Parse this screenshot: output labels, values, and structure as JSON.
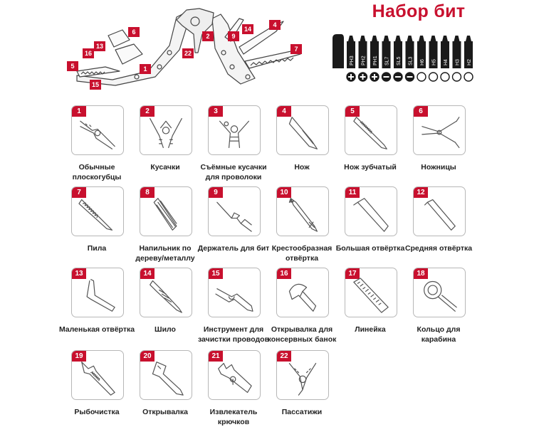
{
  "accent_color": "#c8102e",
  "bits_section": {
    "title": "Набор бит",
    "bits": [
      {
        "code": "PH3",
        "tip": "phillips"
      },
      {
        "code": "PH2",
        "tip": "phillips"
      },
      {
        "code": "PH1",
        "tip": "phillips"
      },
      {
        "code": "SL7",
        "tip": "slot"
      },
      {
        "code": "SL5",
        "tip": "slot"
      },
      {
        "code": "SL3",
        "tip": "slot"
      },
      {
        "code": "H6",
        "tip": "hex"
      },
      {
        "code": "H5",
        "tip": "hex"
      },
      {
        "code": "H4",
        "tip": "hex"
      },
      {
        "code": "H3",
        "tip": "hex"
      },
      {
        "code": "H2",
        "tip": "hex"
      }
    ]
  },
  "callouts": [
    "1",
    "2",
    "4",
    "5",
    "6",
    "7",
    "9",
    "13",
    "14",
    "15",
    "16",
    "22"
  ],
  "tools": [
    {
      "num": "1",
      "label": "Обычные плоскогубцы",
      "icon": "pliers-icon"
    },
    {
      "num": "2",
      "label": "Кусачки",
      "icon": "wire-cutter-icon"
    },
    {
      "num": "3",
      "label": "Съёмные кусачки для проволоки",
      "icon": "removable-cutter-icon"
    },
    {
      "num": "4",
      "label": "Нож",
      "icon": "knife-icon"
    },
    {
      "num": "5",
      "label": "Нож зубчатый",
      "icon": "serrated-knife-icon"
    },
    {
      "num": "6",
      "label": "Ножницы",
      "icon": "scissors-icon"
    },
    {
      "num": "7",
      "label": "Пила",
      "icon": "saw-icon"
    },
    {
      "num": "8",
      "label": "Напильник по дереву/металлу",
      "icon": "file-icon"
    },
    {
      "num": "9",
      "label": "Держатель для бит",
      "icon": "bit-holder-icon"
    },
    {
      "num": "10",
      "label": "Крестообразная отвёртка",
      "icon": "cross-screwdriver-icon"
    },
    {
      "num": "11",
      "label": "Большая отвёртка",
      "icon": "large-screwdriver-icon"
    },
    {
      "num": "12",
      "label": "Средняя отвёртка",
      "icon": "medium-screwdriver-icon"
    },
    {
      "num": "13",
      "label": "Маленькая отвёртка",
      "icon": "small-screwdriver-icon"
    },
    {
      "num": "14",
      "label": "Шило",
      "icon": "awl-icon"
    },
    {
      "num": "15",
      "label": "Инструмент для зачистки проводов",
      "icon": "wire-stripper-icon"
    },
    {
      "num": "16",
      "label": "Открывалка для консервных банок",
      "icon": "can-opener-icon"
    },
    {
      "num": "17",
      "label": "Линейка",
      "icon": "ruler-icon"
    },
    {
      "num": "18",
      "label": "Кольцо для карабина",
      "icon": "carabiner-ring-icon"
    },
    {
      "num": "19",
      "label": "Рыбочистка",
      "icon": "fish-scaler-icon"
    },
    {
      "num": "20",
      "label": "Открывалка",
      "icon": "bottle-opener-icon"
    },
    {
      "num": "21",
      "label": "Извлекатель крючков",
      "icon": "hook-remover-icon"
    },
    {
      "num": "22",
      "label": "Пассатижи",
      "icon": "combination-pliers-icon"
    }
  ]
}
